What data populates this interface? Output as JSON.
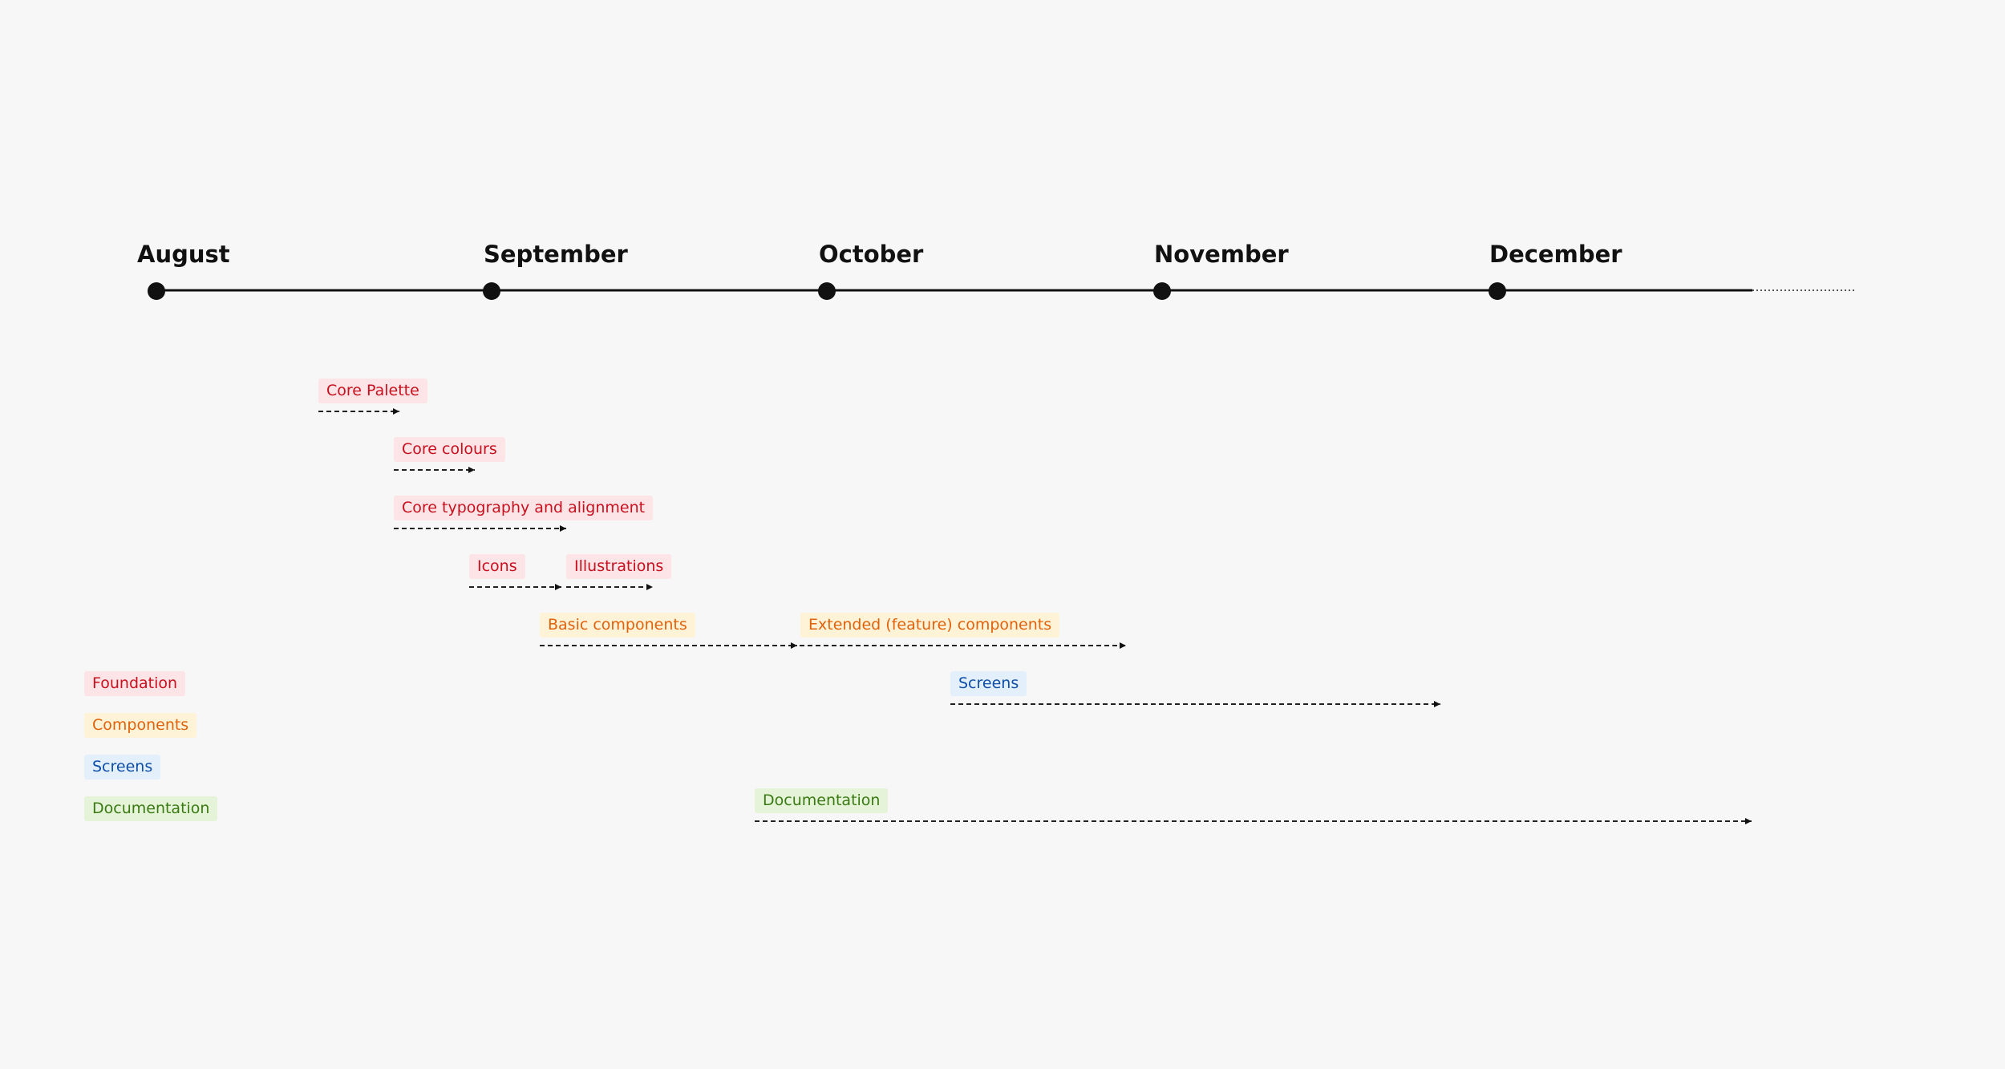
{
  "timeline": {
    "months": [
      "August",
      "September",
      "October",
      "November",
      "December"
    ]
  },
  "tasks": [
    {
      "id": "core-palette",
      "label": "Core Palette",
      "category": "foundation"
    },
    {
      "id": "core-colours",
      "label": "Core colours",
      "category": "foundation"
    },
    {
      "id": "core-typography",
      "label": "Core typography and alignment",
      "category": "foundation"
    },
    {
      "id": "icons",
      "label": "Icons",
      "category": "foundation"
    },
    {
      "id": "illustrations",
      "label": "Illustrations",
      "category": "foundation"
    },
    {
      "id": "basic-components",
      "label": "Basic components",
      "category": "components"
    },
    {
      "id": "extended-components",
      "label": "Extended (feature) components",
      "category": "components"
    },
    {
      "id": "screens",
      "label": "Screens",
      "category": "screens"
    },
    {
      "id": "documentation",
      "label": "Documentation",
      "category": "documentation"
    }
  ],
  "legend": [
    {
      "label": "Foundation",
      "category": "foundation"
    },
    {
      "label": "Components",
      "category": "components"
    },
    {
      "label": "Screens",
      "category": "screens"
    },
    {
      "label": "Documentation",
      "category": "documentation"
    }
  ],
  "colors": {
    "foundation": {
      "bg": "#fde4e6",
      "text": "#c8101e"
    },
    "components": {
      "bg": "#fef3d6",
      "text": "#e0620c"
    },
    "screens": {
      "bg": "#e3effb",
      "text": "#0d4fa8"
    },
    "documentation": {
      "bg": "#e5f4d8",
      "text": "#3a7a12"
    },
    "axis": "#111111",
    "background": "#f7f7f7"
  }
}
